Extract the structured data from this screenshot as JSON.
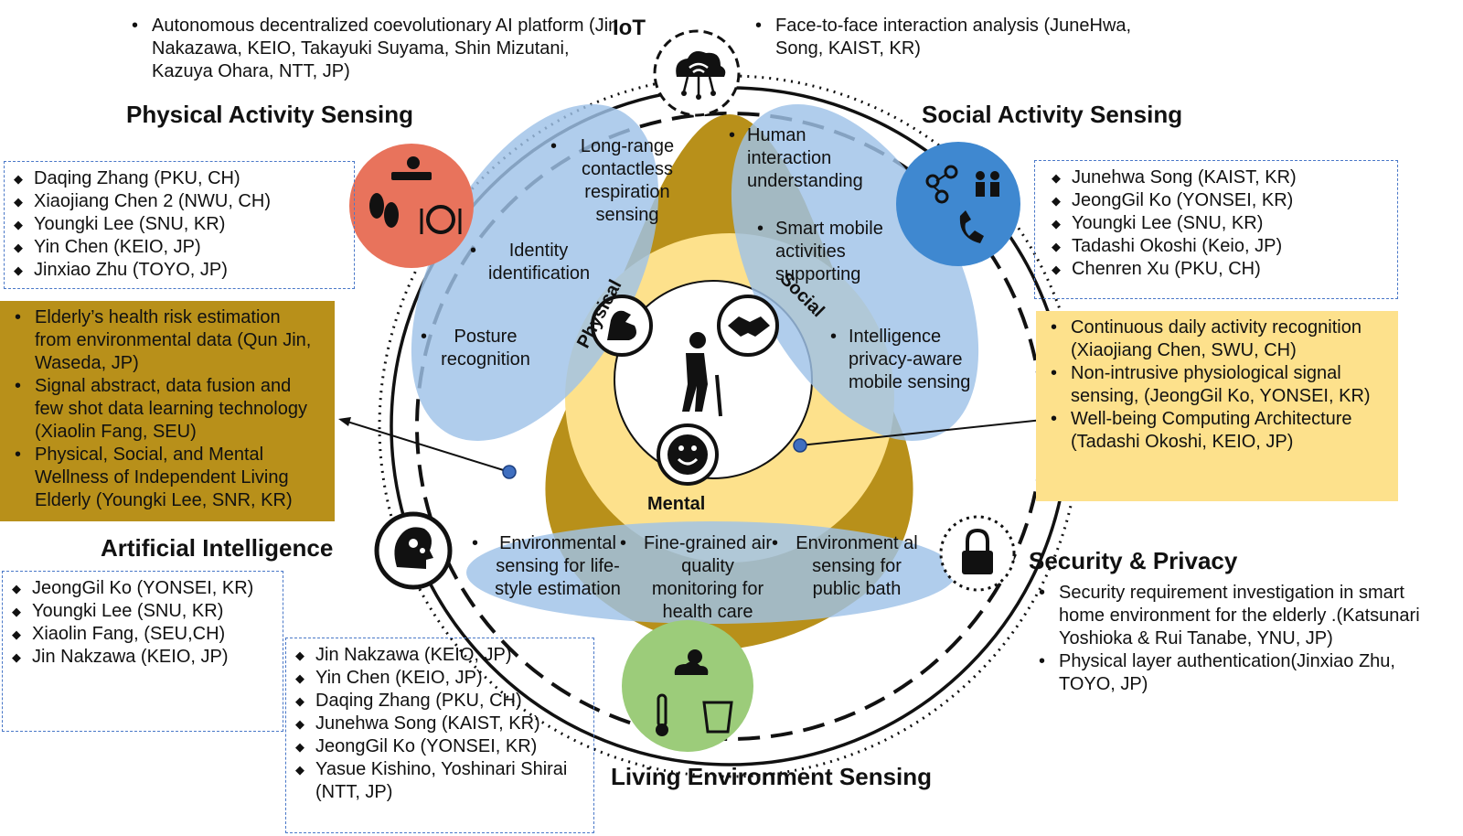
{
  "iot": {
    "label": "IoT",
    "left_items": [
      "Autonomous decentralized coevolutionary AI platform (Jin Nakazawa, KEIO, Takayuki Suyama, Shin Mizutani, Kazuya Ohara, NTT, JP)"
    ],
    "right_items": [
      "Face-to-face interaction analysis (JuneHwa, Song, KAIST, KR)"
    ]
  },
  "physical_activity": {
    "title": "Physical  Activity Sensing",
    "people": [
      "Daqing Zhang (PKU, CH)",
      "Xiaojiang Chen  2 (NWU, CH)",
      "Youngki Lee (SNU, KR)",
      "Yin Chen  (KEIO, JP)",
      "Jinxiao Zhu (TOYO, JP)"
    ]
  },
  "social_activity": {
    "title": "Social Activity Sensing",
    "people": [
      "Junehwa Song (KAIST, KR)",
      "JeongGil Ko (YONSEI, KR)",
      "Youngki Lee (SNU, KR)",
      "Tadashi Okoshi (Keio, JP)",
      "Chenren Xu (PKU, CH)"
    ]
  },
  "left_olive_box": [
    "Elderly’s health risk estimation from environmental data (Qun Jin, Waseda, JP)",
    "Signal abstract, data fusion and few shot data learning technology (Xiaolin Fang, SEU)",
    "Physical, Social, and Mental Wellness of Independent Living Elderly (Youngki Lee, SNR, KR)"
  ],
  "right_yellow_box": [
    "Continuous daily activity recognition (Xiaojiang Chen, SWU, CH)",
    "Non-intrusive physiological signal sensing, (JeongGil Ko, YONSEI, KR)",
    "Well-being Computing Architecture (Tadashi Okoshi, KEIO,  JP)"
  ],
  "ai": {
    "title": "Artificial Intelligence",
    "people": [
      "JeongGil Ko (YONSEI, KR)",
      "Youngki Lee (SNU, KR)",
      " Xiaolin Fang, (SEU,CH)",
      "Jin Nakzawa (KEIO, JP)"
    ]
  },
  "living_env": {
    "title": "Living Environment  Sensing",
    "people": [
      "Jin Nakzawa (KEIO, JP)",
      "Yin Chen  (KEIO, JP)",
      "Daqing Zhang (PKU, CH)",
      "Junehwa Song (KAIST, KR)",
      "JeongGil Ko (YONSEI, KR)",
      "Yasue Kishino, Yoshinari Shirai (NTT, JP)"
    ]
  },
  "security": {
    "title": "Security & Privacy",
    "items": [
      "Security requirement investigation in smart home environment for the elderly   .(Katsunari Yoshioka & Rui Tanabe, YNU, JP)",
      "Physical layer authentication(Jinxiao Zhu, TOYO, JP)"
    ]
  },
  "inner_physical": {
    "label": "Physical",
    "items": [
      "Long-range contactless respiration sensing",
      "Identity identification",
      "Posture recognition"
    ]
  },
  "inner_social": {
    "label": "Social",
    "items": [
      "Human interaction understanding",
      "Smart mobile activities supporting",
      "Intelligence privacy-aware mobile sensing"
    ]
  },
  "inner_mental": {
    "label": "Mental"
  },
  "inner_env": {
    "items": [
      "Environmental sensing for life-style estimation",
      "Fine-grained air quality monitoring for health care",
      "Environment al sensing for public bath"
    ]
  },
  "icons": [
    "cloud-wifi-icon",
    "physical-activity-icon",
    "social-network-icon",
    "ai-head-icon",
    "environment-icon",
    "lock-icon",
    "muscle-icon",
    "handshake-icon",
    "elderly-walking-icon",
    "smiley-icon"
  ],
  "colors": {
    "physical_circle": "#e8735c",
    "social_circle": "#3f88d0",
    "env_circle": "#9ccc7a",
    "olive": "#b8901a",
    "light_yellow": "#fde18c",
    "ellipse_blue": "#a8c8ea"
  }
}
